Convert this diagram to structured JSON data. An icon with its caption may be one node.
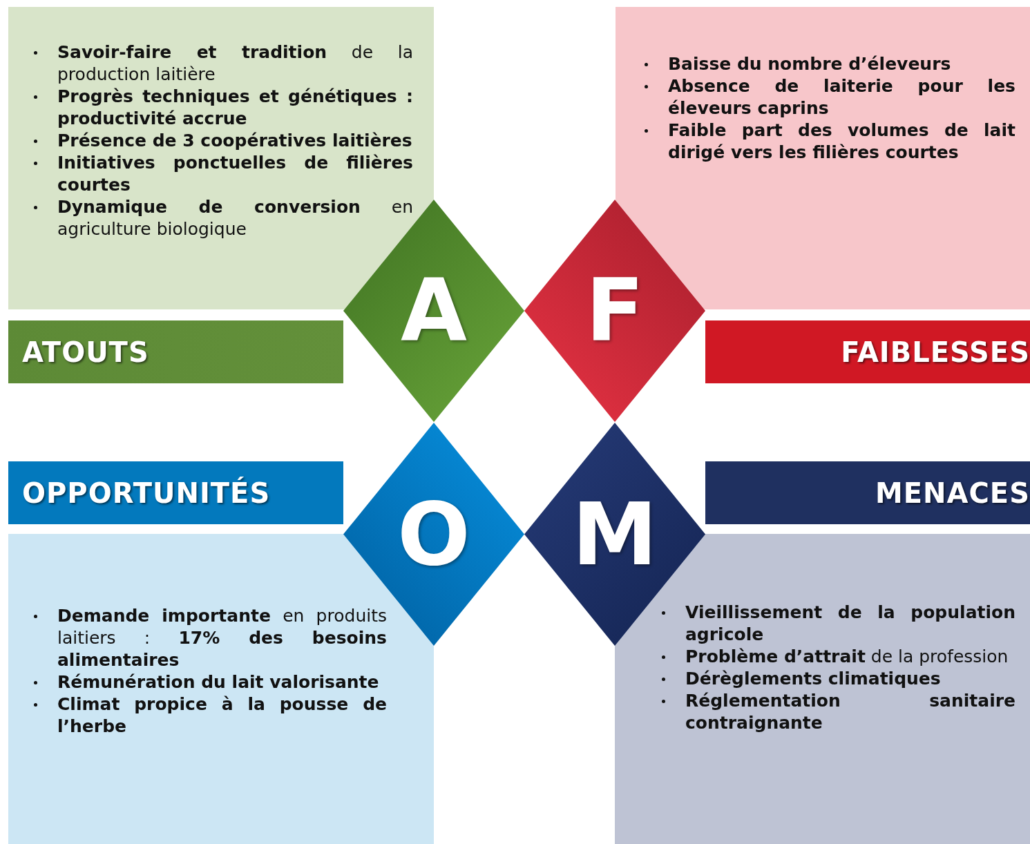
{
  "diagram": {
    "nodes": [
      {
        "text": [
          "**Savoir-faire et tradition** de la production laitière",
          "**Progrès techniques et génétiques : productivité accrue**",
          "**Présence de 3 coopératives laitières**",
          "**Initiatives ponctuelles de filières courtes**",
          "**Dynamique de conversion** en agriculture biologique"
        ]
      },
      {
        "text": [
          "ATOUTS"
        ]
      },
      {
        "text": [
          "A"
        ]
      },
      {
        "text": [
          "**Baisse du nombre d’éleveurs**",
          "**Absence de laiterie pour les éleveurs caprins**",
          "**Faible part des volumes de lait dirigé vers les filières courtes**"
        ]
      },
      {
        "text": [
          "FAIBLESSES"
        ]
      },
      {
        "text": [
          "F"
        ]
      },
      {
        "text": [
          "OPPORTUNITÉS"
        ]
      },
      {
        "text": [
          "O"
        ]
      },
      {
        "text": [
          "**Demande importante** en produits laitiers : **17% des besoins alimentaires**",
          "**Rémunération du lait valorisante**",
          "**Climat propice à la pousse de l’herbe**"
        ]
      },
      {
        "text": [
          "MENACES"
        ]
      },
      {
        "text": [
          "M"
        ]
      },
      {
        "text": [
          "**Vieillissement de la population agricole**",
          "**Problème d’attrait** de la profession",
          "**Dérèglements climatiques**",
          "**Réglementation sanitaire contraignante**"
        ]
      }
    ]
  }
}
